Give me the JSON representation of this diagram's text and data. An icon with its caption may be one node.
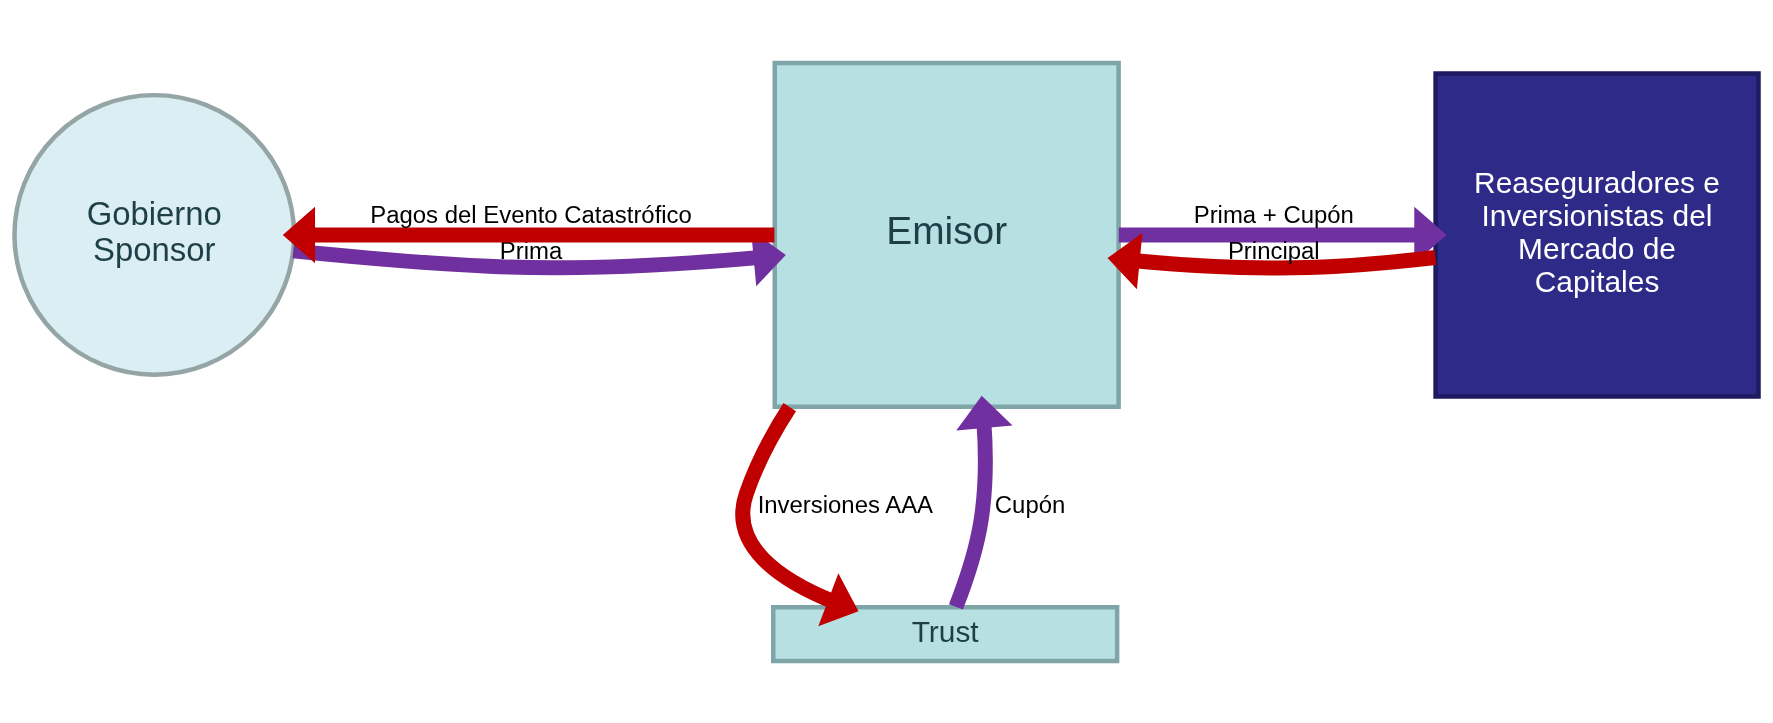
{
  "diagram": {
    "nodes": [
      {
        "text": [
          "Gobierno Sponsor"
        ]
      },
      {
        "text": [
          "Emisor"
        ]
      },
      {
        "text": [
          "Reaseguradores e Inversionistas del Mercado de Capitales"
        ]
      },
      {
        "text": [
          "Trust"
        ]
      }
    ],
    "edges": [
      {
        "from": 1,
        "to": 0,
        "arrow": "to",
        "label": "Pagos del Evento Catastrófico",
        "color": "#c00000"
      },
      {
        "from": 0,
        "to": 1,
        "arrow": "to",
        "label": "Prima",
        "color": "#7030a0"
      },
      {
        "from": 2,
        "to": 1,
        "arrow": "to",
        "label": "Principal",
        "color": "#c00000"
      },
      {
        "from": 1,
        "to": 2,
        "arrow": "to",
        "label": "Prima + Cupón",
        "color": "#7030a0"
      },
      {
        "from": 3,
        "to": 1,
        "arrow": "to",
        "label": "Cupón",
        "color": "#7030a0"
      },
      {
        "from": 1,
        "to": 3,
        "arrow": "to",
        "label": "Inversiones AAA",
        "color": "#c00000"
      }
    ]
  }
}
